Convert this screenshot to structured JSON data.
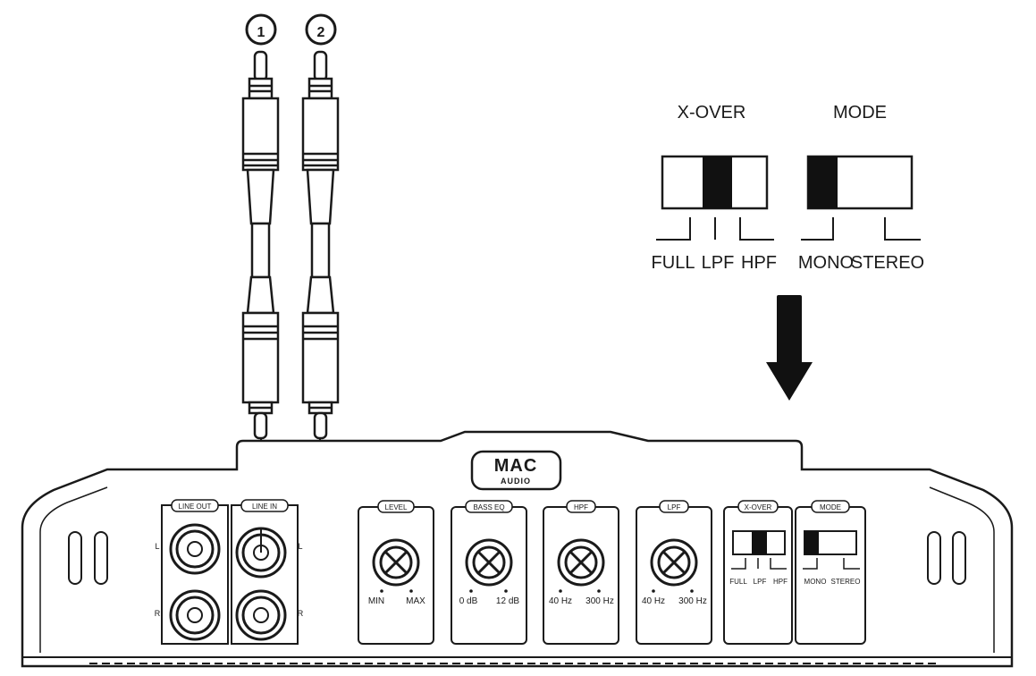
{
  "callouts": [
    "1",
    "2"
  ],
  "top_panel": {
    "xover_title": "X-OVER",
    "mode_title": "MODE",
    "xover_options": [
      "FULL",
      "LPF",
      "HPF"
    ],
    "mode_options": [
      "MONO",
      "STEREO"
    ]
  },
  "amp": {
    "brand_top": "MAC",
    "brand_bottom": "AUDIO",
    "line_out_label": "LINE OUT",
    "line_in_label": "LINE IN",
    "channel_left": "L",
    "channel_right": "R",
    "level": {
      "label": "LEVEL",
      "min": "MIN",
      "max": "MAX"
    },
    "bass_eq": {
      "label": "BASS EQ",
      "min": "0 dB",
      "max": "12 dB"
    },
    "hpf": {
      "label": "HPF",
      "min": "40 Hz",
      "max": "300 Hz"
    },
    "lpf": {
      "label": "LPF",
      "min": "40 Hz",
      "max": "300 Hz"
    },
    "xover": {
      "label": "X-OVER",
      "options": [
        "FULL",
        "LPF",
        "HPF"
      ]
    },
    "mode": {
      "label": "MODE",
      "options": [
        "MONO",
        "STEREO"
      ]
    }
  }
}
